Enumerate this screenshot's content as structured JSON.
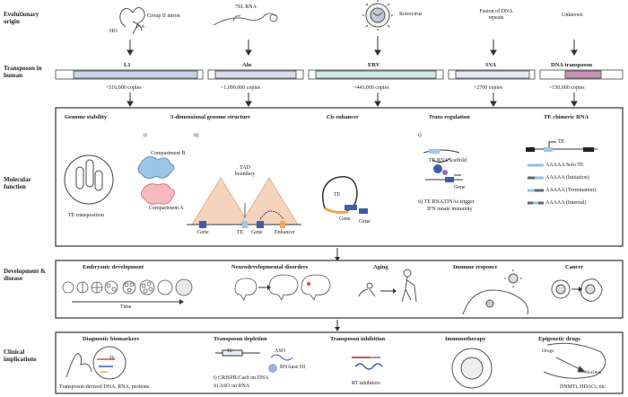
{
  "rows": {
    "evolutionary": "Evolutionary origin",
    "transposon": "Transposon in human",
    "molecular": "Molecular function",
    "development": "Development & disease",
    "clinical": "Clinical implications"
  },
  "origins": [
    {
      "label": "Group II intron",
      "sub": "HO"
    },
    {
      "label": "7SL RNA"
    },
    {
      "label": "Retrovirus"
    },
    {
      "label": "Fusion of DNA repeats"
    },
    {
      "label": "Unknown"
    }
  ],
  "origin_misc": {
    "p_a": "P~A"
  },
  "transposons": [
    {
      "name": "L1",
      "copies": "~516,000 copies",
      "color": "#c9d3ec"
    },
    {
      "name": "Alu",
      "copies": "~1,090,000 copies",
      "color": "#d9dfee"
    },
    {
      "name": "ERV",
      "copies": "~443,000 copies",
      "color": "#cfe9ea"
    },
    {
      "name": "SVA",
      "copies": "~2700 copies",
      "color": "#e4eaf5"
    },
    {
      "name": "DNA transposon",
      "copies": "~150,000 copies",
      "color": "#e3c9da"
    }
  ],
  "molecular": {
    "genome_stability": "Genome stability",
    "te_transposition": "TE transposition",
    "three_d": "3-dimensional genome structure",
    "i": "i)",
    "ii": "ii)",
    "compartment_b": "Compartment B",
    "compartment_a": "Compartment A",
    "tad_boundary": "TAD boundary",
    "gene": "Gene",
    "te": "TE",
    "enhancer": "Enhancer",
    "cis_enhancer_a": "Cis",
    "cis_enhancer_b": " enhancer",
    "trans_reg_a": "Trans",
    "trans_reg_b": " regulation",
    "te_rna_scaffold": "TE RNA scaffold",
    "trans_ii": "ii) TE RNA/DNAs trigger",
    "ifn": "IFN innate immunity",
    "chimeric": "TE chimeric RNA",
    "solo_te": "AAAAA Solo TE",
    "initiation": "AAAAA (Initiation)",
    "termination": "AAAAA (Termination)",
    "internal": "AAAAA (Internal)"
  },
  "development": {
    "embryonic": "Embryonic development",
    "time": "Time",
    "neuro": "Neurodevelopmental disorders",
    "aging": "Aging",
    "immune": "Immune responce",
    "cancer": "Cancer"
  },
  "clinical": {
    "biomarkers": "Diagnostic biomarkers",
    "biomarkers_sub": "Transposon-derived DNA, RNA, proteins",
    "depletion": "Transposon depletion",
    "aso": "ASO",
    "rnase": "RNAase H1",
    "crispr": "i)  CRISPR/Cas9 on DNA",
    "aso_rna": "ii) ASO on RNA",
    "inhibition": "Transposon inhibition",
    "rt": "RT inhibitors",
    "immunotherapy": "Immunotherapy",
    "epigenetic": "Epigenetic drugs",
    "drugs": "Drugs",
    "nucleus": "Nucleus",
    "epi_sub": "DNMTi, HDACi, etc"
  }
}
